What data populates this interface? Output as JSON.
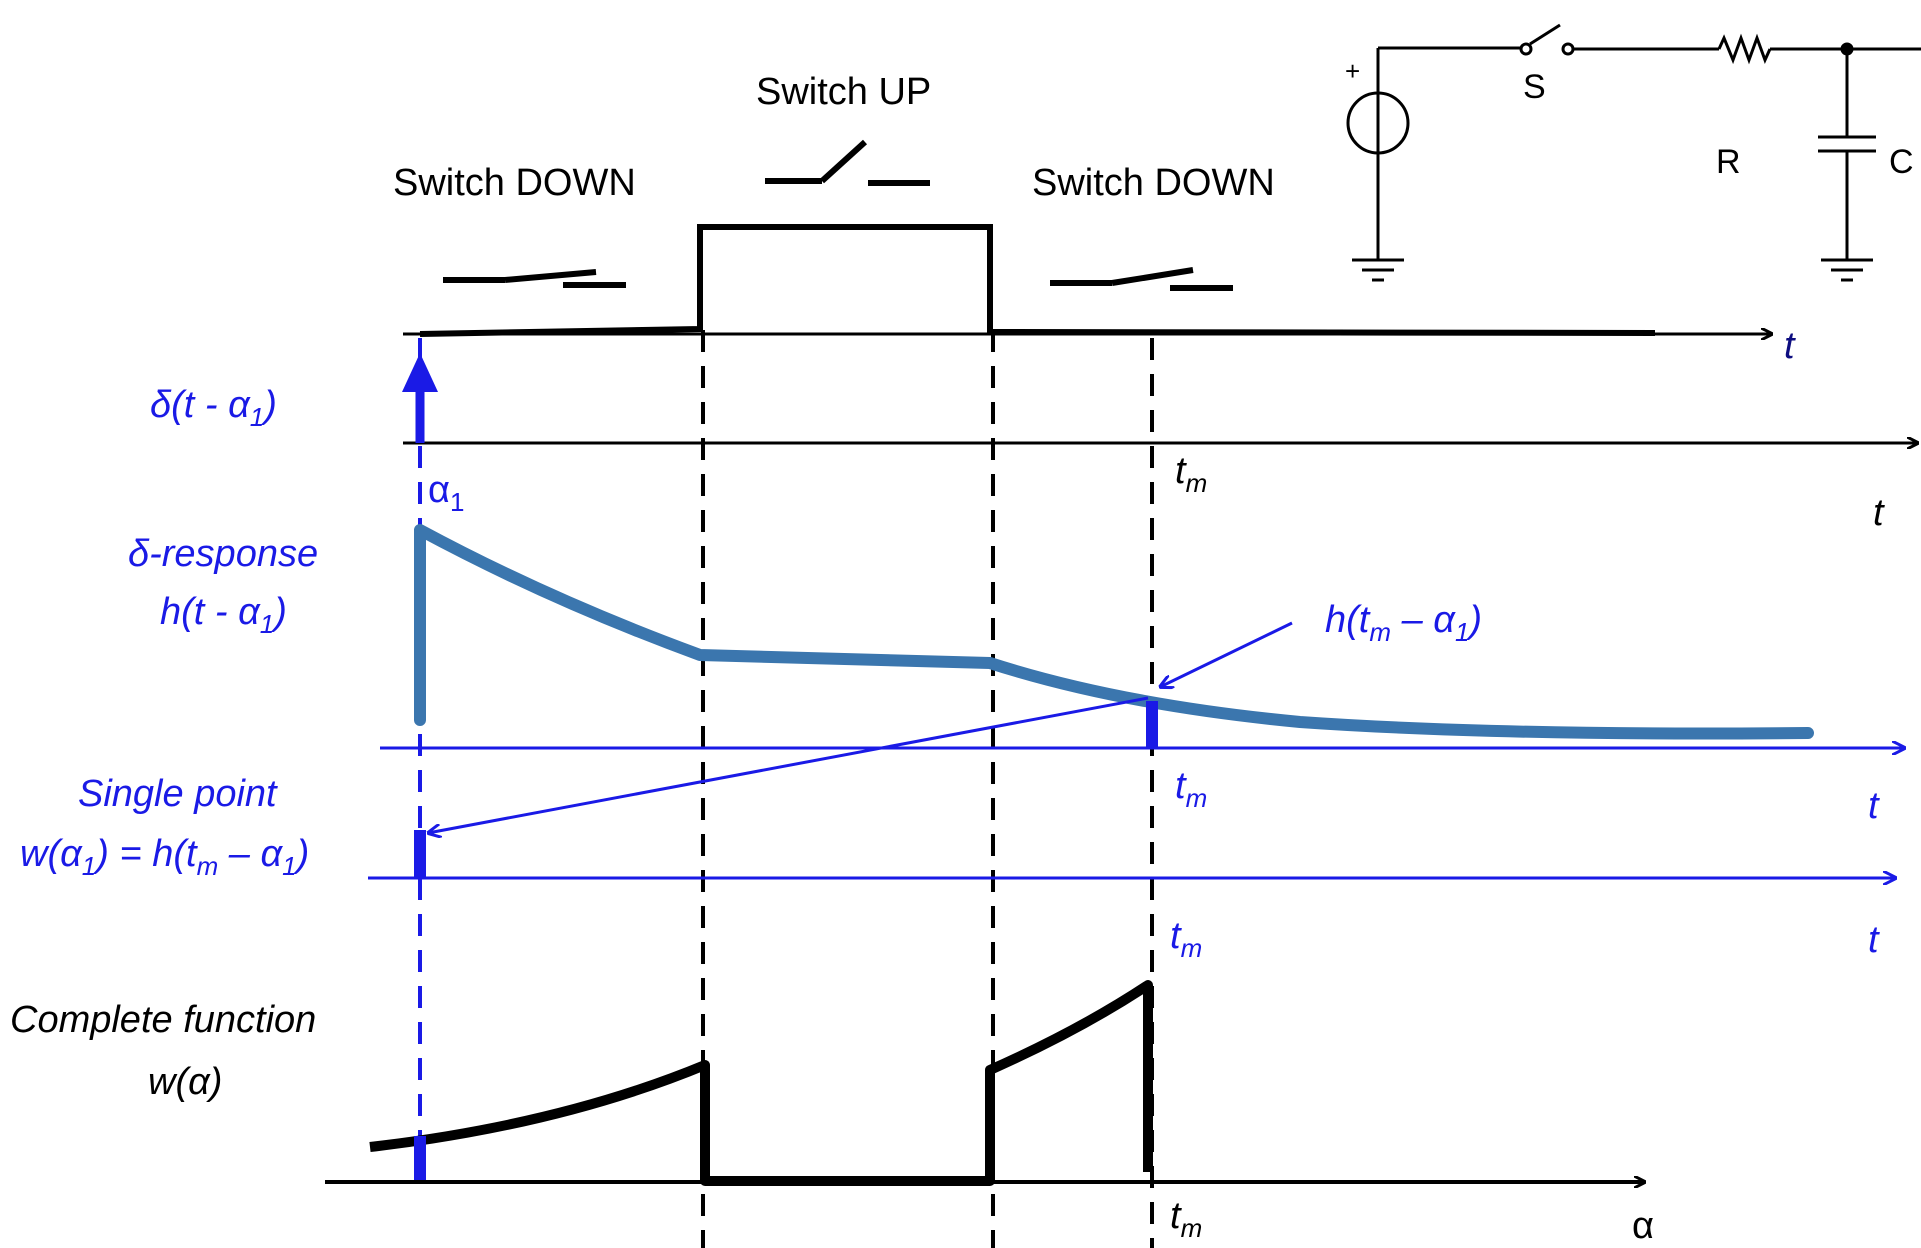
{
  "colors": {
    "black": "#000000",
    "blue": "#1a1ae6",
    "steel_blue": "#3b76ae",
    "navy": "#0d0d80"
  },
  "switch_row": {
    "left_label": "Switch DOWN",
    "middle_label": "Switch UP",
    "right_label": "Switch DOWN",
    "axis_label": "t"
  },
  "circuit": {
    "plus": "+",
    "switch": "S",
    "resistor": "R",
    "capacitor": "C"
  },
  "delta_row": {
    "label_main": "δ(t - α",
    "label_sub": "1",
    "label_close": ")",
    "alpha_symbol": "α",
    "alpha_sub": "1",
    "tm_main": "t",
    "tm_sub": "m",
    "axis_label": "t"
  },
  "response_row": {
    "title_line1": "δ-response",
    "title_line2_main": "h(t - α",
    "title_line2_sub": "1",
    "title_line2_close": ")",
    "annotation_a": "h(t",
    "annotation_a_sub": "m",
    "annotation_b": " – α",
    "annotation_b_sub": "1",
    "annotation_close": ")",
    "tm_main": "t",
    "tm_sub": "m",
    "axis_label": "t"
  },
  "single_point_row": {
    "title_line1": "Single point",
    "eq_w": "w(α",
    "eq_w_sub": "1",
    "eq_mid": ") = h(t",
    "eq_mid_sub": "m",
    "eq_tail": " – α",
    "eq_tail_sub": "1",
    "eq_close": ")",
    "tm_main": "t",
    "tm_sub": "m",
    "axis_label": "t"
  },
  "complete_row": {
    "title_line1": "Complete function",
    "title_line2": "w(α)",
    "tm_main": "t",
    "tm_sub": "m",
    "axis_label": "α"
  }
}
